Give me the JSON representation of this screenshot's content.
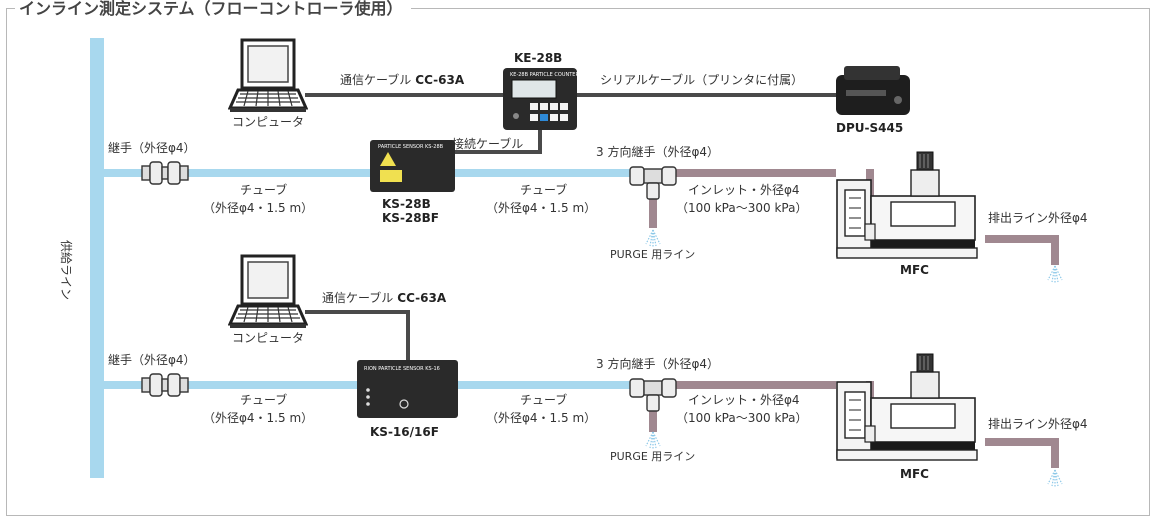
{
  "title": "インライン測定システム（フローコントローラ使用）",
  "supply_line": "供給ライン",
  "top": {
    "computer_label": "コンピュータ",
    "comm_cable": "通信ケーブル",
    "comm_cable_model": "CC-63A",
    "counter_model": "KE-28B",
    "counter_panel_text": "KE-28B PARTICLE COUNTER",
    "serial_cable": "シリアルケーブル（プリンタに付属）",
    "printer_model": "DPU-S445",
    "connect_cable": "接続ケーブル",
    "joint": "継手（外径φ4）",
    "tube1": "チューブ",
    "tube1_spec": "（外径φ4・1.5 m）",
    "sensor_models": [
      "KS-28B",
      "KS-28BF"
    ],
    "sensor_panel_text": "PARTICLE SENSOR KS-28B",
    "tube2": "チューブ",
    "tube2_spec": "（外径φ4・1.5 m）",
    "three_way": "3 方向継手（外径φ4）",
    "inlet": "インレット・外径φ4",
    "inlet_pressure": "（100 kPa～300 kPa）",
    "purge": "PURGE 用ライン",
    "mfc": "MFC",
    "exhaust": "排出ライン外径φ4"
  },
  "bottom": {
    "computer_label": "コンピュータ",
    "comm_cable": "通信ケーブル",
    "comm_cable_model": "CC-63A",
    "joint": "継手（外径φ4）",
    "tube1": "チューブ",
    "tube1_spec": "（外径φ4・1.5 m）",
    "sensor_model": "KS-16/16F",
    "sensor_panel_text": "RION PARTICLE SENSOR KS-16",
    "tube2": "チューブ",
    "tube2_spec": "（外径φ4・1.5 m）",
    "three_way": "3 方向継手（外径φ4）",
    "inlet": "インレット・外径φ4",
    "inlet_pressure": "（100 kPa～300 kPa）",
    "purge": "PURGE 用ライン",
    "mfc": "MFC",
    "exhaust": "排出ライン外径φ4"
  },
  "colors": {
    "supply_tube": "#a8d8ee",
    "mauve_tube": "#a08890",
    "cable": "#4a4a4a",
    "device_dark": "#2a2a2a"
  }
}
